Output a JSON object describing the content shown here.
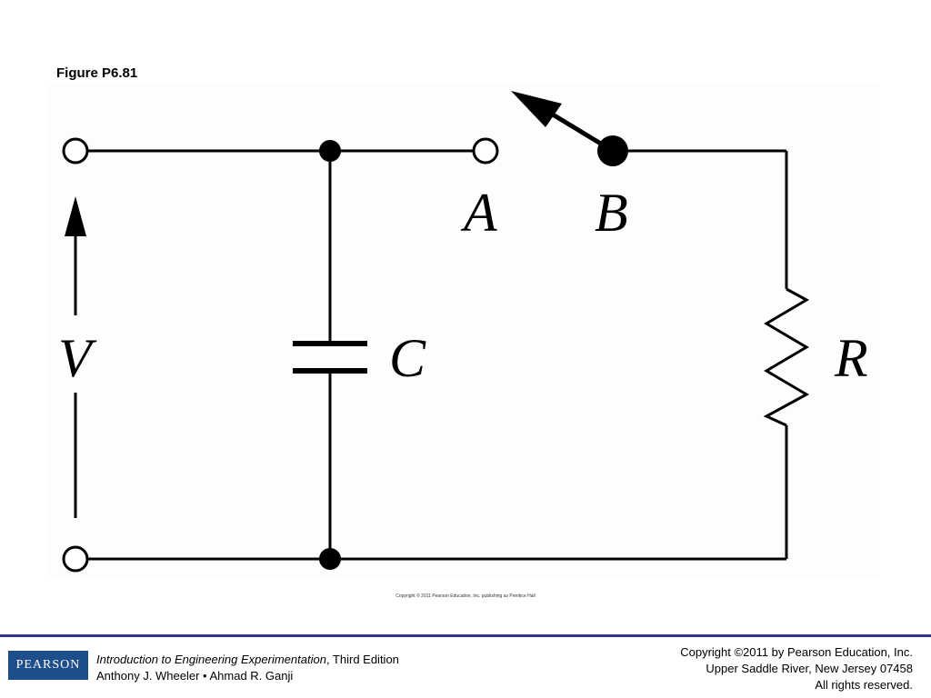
{
  "figure": {
    "title": "Figure P6.81",
    "credit": "Copyright © 2011 Pearson Education, Inc. publishing as Prentice Hall"
  },
  "diagram": {
    "labels": {
      "node_a": "A",
      "node_b": "B",
      "capacitor": "C",
      "resistor": "R",
      "voltage": "V"
    }
  },
  "footer": {
    "logo_text": "PEARSON",
    "book_title": "Introduction to Engineering Experimentation",
    "edition": ", Third Edition",
    "authors": "Anthony J. Wheeler • Ahmad R. Ganji",
    "copyright_lines": [
      "Copyright ©2011 by Pearson Education, Inc.",
      "Upper Saddle River, New Jersey 07458",
      "All rights reserved."
    ]
  },
  "colors": {
    "footer_rule": "#2e3191",
    "logo_background": "#1f4e8c"
  }
}
